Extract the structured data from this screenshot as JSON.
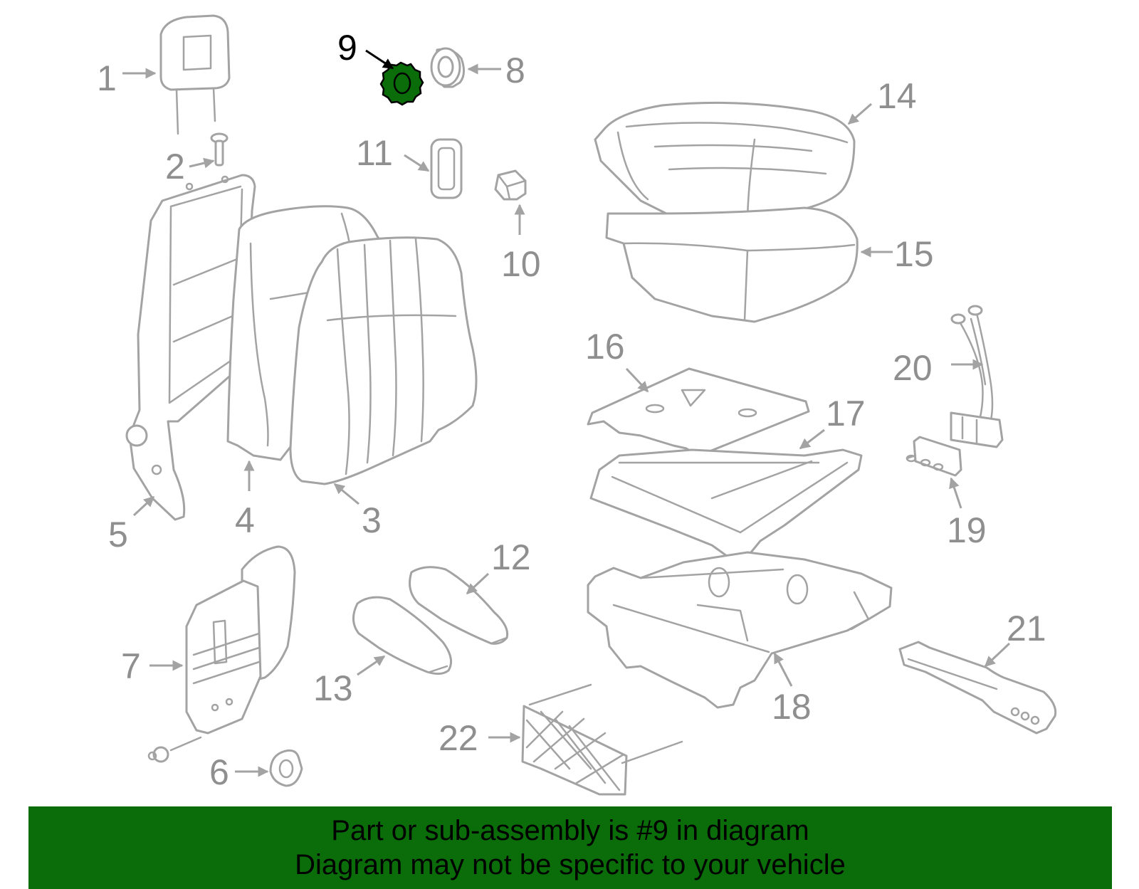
{
  "diagram": {
    "highlighted_part": "9",
    "highlight_color": "#0a6d0a",
    "part_color": "#a3a3a3",
    "callouts": [
      {
        "id": "c1",
        "label": "1"
      },
      {
        "id": "c2",
        "label": "2"
      },
      {
        "id": "c3",
        "label": "3"
      },
      {
        "id": "c4",
        "label": "4"
      },
      {
        "id": "c5",
        "label": "5"
      },
      {
        "id": "c6",
        "label": "6"
      },
      {
        "id": "c7",
        "label": "7"
      },
      {
        "id": "c8",
        "label": "8"
      },
      {
        "id": "c9",
        "label": "9"
      },
      {
        "id": "c10",
        "label": "10"
      },
      {
        "id": "c11",
        "label": "11"
      },
      {
        "id": "c12",
        "label": "12"
      },
      {
        "id": "c13",
        "label": "13"
      },
      {
        "id": "c14",
        "label": "14"
      },
      {
        "id": "c15",
        "label": "15"
      },
      {
        "id": "c16",
        "label": "16"
      },
      {
        "id": "c17",
        "label": "17"
      },
      {
        "id": "c18",
        "label": "18"
      },
      {
        "id": "c19",
        "label": "19"
      },
      {
        "id": "c20",
        "label": "20"
      },
      {
        "id": "c21",
        "label": "21"
      },
      {
        "id": "c22",
        "label": "22"
      }
    ]
  },
  "banner": {
    "line1": "Part or sub-assembly is #9 in diagram",
    "line2": "Diagram may not be specific to your vehicle",
    "background": "#0a6d0a"
  }
}
